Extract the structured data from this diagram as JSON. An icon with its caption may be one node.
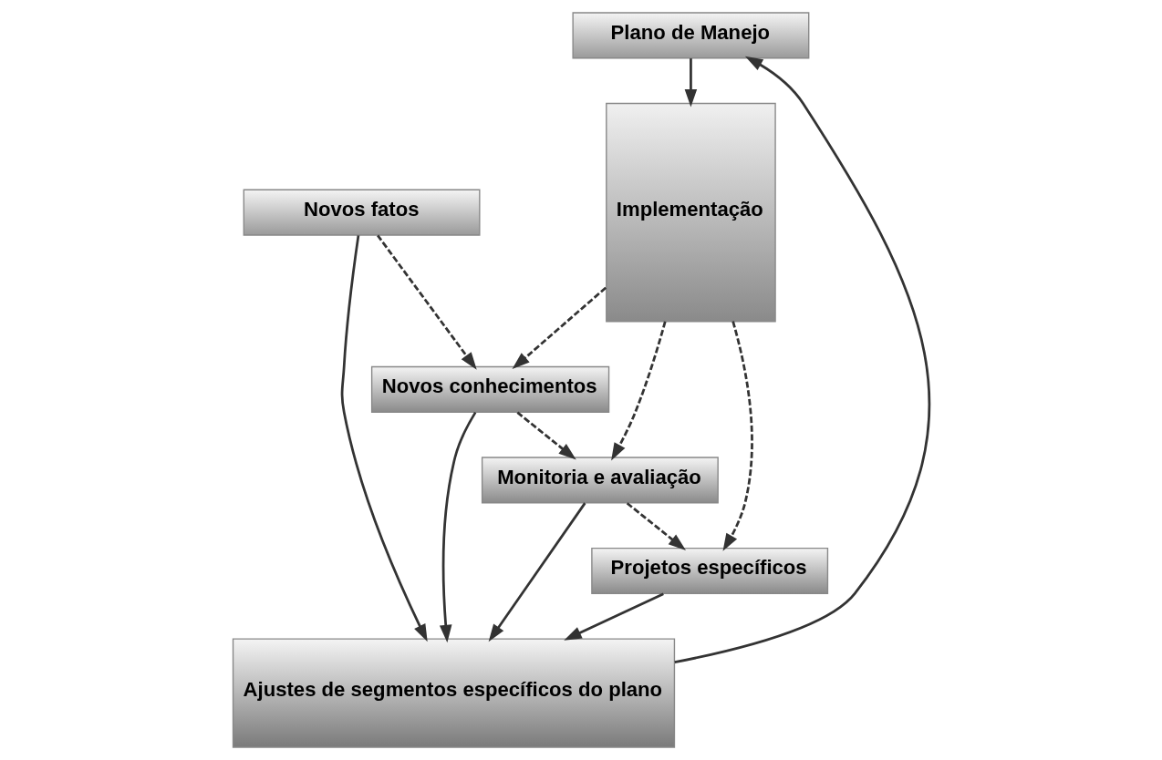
{
  "diagram": {
    "nodes": [
      {
        "text": [
          "Plano de Manejo"
        ]
      },
      {
        "text": [
          "Novos fatos"
        ]
      },
      {
        "text": [
          "Implementação"
        ]
      },
      {
        "text": [
          "Novos conhecimentos"
        ]
      },
      {
        "text": [
          "Monitoria e avaliação"
        ]
      },
      {
        "text": [
          "Projetos específicos"
        ]
      },
      {
        "text": [
          "Ajustes de segmentos específicos do plano"
        ]
      }
    ],
    "edges": [
      {
        "from": 0,
        "to": 2,
        "arrow": "to"
      },
      {
        "from": 1,
        "to": 3,
        "arrow": "to",
        "style": "dashed"
      },
      {
        "from": 2,
        "to": 3,
        "arrow": "to",
        "style": "dashed"
      },
      {
        "from": 2,
        "to": 4,
        "arrow": "to",
        "style": "dashed"
      },
      {
        "from": 2,
        "to": 5,
        "arrow": "to",
        "style": "dashed"
      },
      {
        "from": 3,
        "to": 4,
        "arrow": "to",
        "style": "dashed"
      },
      {
        "from": 4,
        "to": 5,
        "arrow": "to",
        "style": "dashed"
      },
      {
        "from": 5,
        "to": 6,
        "arrow": "to"
      },
      {
        "from": 4,
        "to": 6,
        "arrow": "to"
      },
      {
        "from": 3,
        "to": 6,
        "arrow": "to"
      },
      {
        "from": 1,
        "to": 6,
        "arrow": "to"
      },
      {
        "from": 6,
        "to": 0,
        "arrow": "to"
      }
    ]
  }
}
